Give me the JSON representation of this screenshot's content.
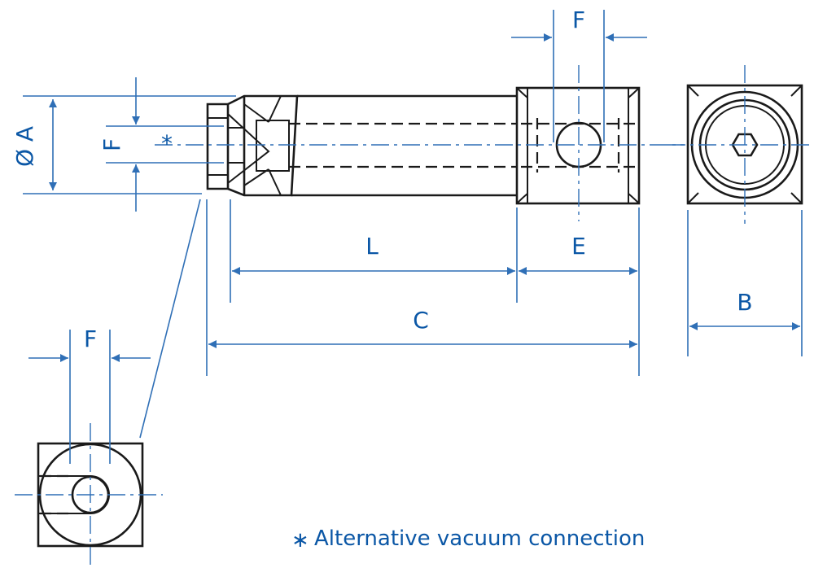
{
  "colors": {
    "dimension": "#0b57a6",
    "outline": "#1a1a1a"
  },
  "labels": {
    "dia_a": "Ø A",
    "f_left": "F",
    "f_top": "F",
    "f_bottom": "F",
    "l": "L",
    "e": "E",
    "c": "C",
    "b": "B",
    "asterisk": "*"
  },
  "note": {
    "symbol": "∗",
    "text": "Alternative vacuum connection"
  }
}
